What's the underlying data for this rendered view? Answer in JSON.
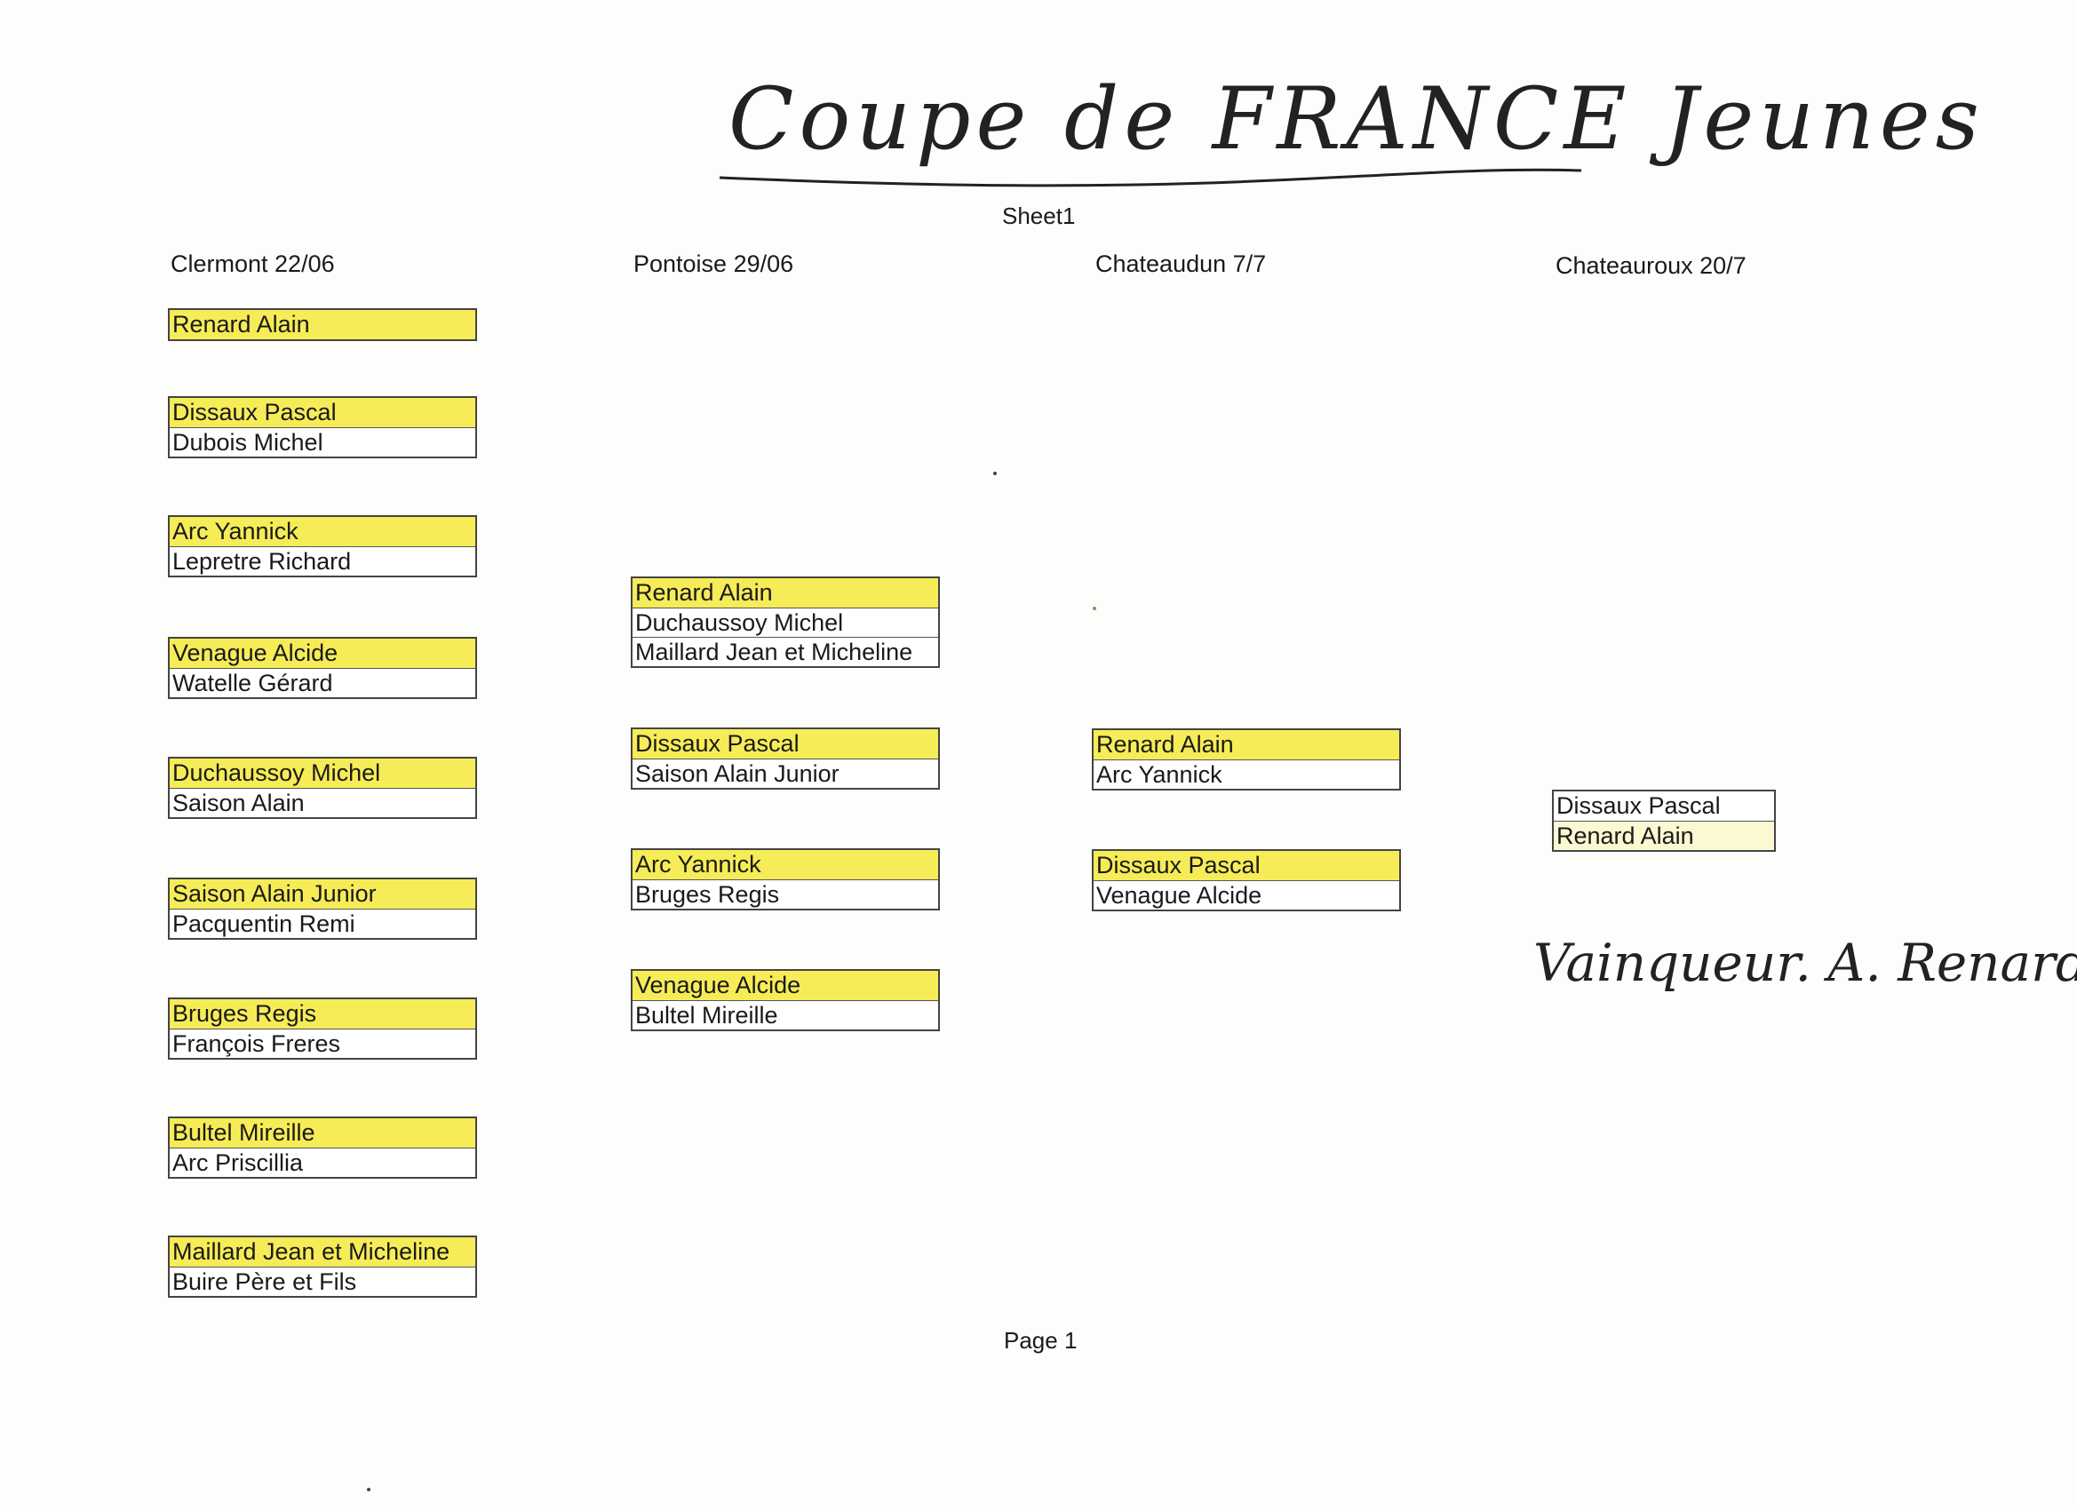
{
  "title": "Coupe de FRANCE Jeunes",
  "sheet_name": "Sheet1",
  "page_label": "Page 1",
  "signature": "Vainqueur. A. Renard.",
  "colors": {
    "highlight": "#f6ec57",
    "highlight_pale": "#fbf8d2",
    "border": "#444444"
  },
  "rounds": [
    {
      "header": "Clermont 22/06",
      "entries": [
        [
          "Renard Alain"
        ],
        [
          "Dissaux Pascal",
          "Dubois Michel"
        ],
        [
          "Arc Yannick",
          "Lepretre Richard"
        ],
        [
          "Venague Alcide",
          "Watelle Gérard"
        ],
        [
          "Duchaussoy Michel",
          "Saison Alain"
        ],
        [
          "Saison Alain Junior",
          "Pacquentin Remi"
        ],
        [
          "Bruges Regis",
          "François Freres"
        ],
        [
          "Bultel Mireille",
          "Arc Priscillia"
        ],
        [
          "Maillard Jean et Micheline",
          "Buire Père et Fils"
        ]
      ]
    },
    {
      "header": "Pontoise 29/06",
      "entries": [
        [
          "Renard Alain",
          "Duchaussoy Michel",
          "Maillard Jean et Micheline"
        ],
        [
          "Dissaux Pascal",
          "Saison Alain Junior"
        ],
        [
          "Arc Yannick",
          "Bruges Regis"
        ],
        [
          "Venague Alcide",
          "Bultel Mireille"
        ]
      ]
    },
    {
      "header": "Chateaudun 7/7",
      "entries": [
        [
          "Renard Alain",
          "Arc Yannick"
        ],
        [
          "Dissaux Pascal",
          "Venague Alcide"
        ]
      ]
    },
    {
      "header": "Chateauroux 20/7",
      "entries": [
        [
          "Dissaux Pascal",
          "Renard Alain"
        ]
      ]
    }
  ]
}
